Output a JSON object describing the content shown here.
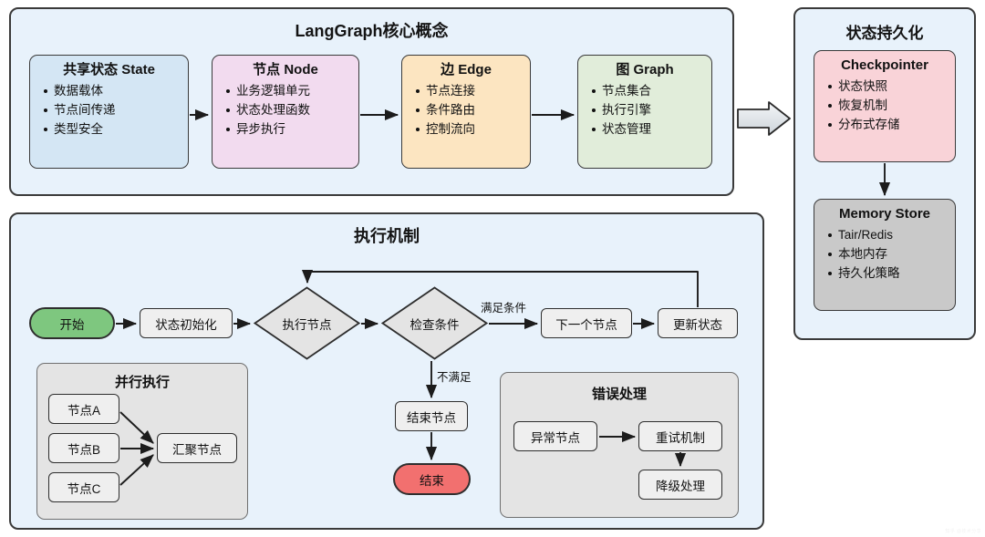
{
  "diagram": {
    "type": "flowchart",
    "colors": {
      "panel_bg": "#e8f2fb",
      "panel_border": "#3a3a3a",
      "state_card": "#d4e6f4",
      "node_card": "#f2dbef",
      "edge_card": "#fce5c1",
      "graph_card": "#e1edda",
      "checkpointer_card": "#f9d3d8",
      "memory_card": "#c9c9c9",
      "group_bg": "#e4e4e4",
      "flow_node_bg": "#efefef",
      "start_green": "#7ec77f",
      "end_red": "#f2706f",
      "line": "#1c1c1c"
    }
  },
  "concepts_panel": {
    "title": "LangGraph核心概念",
    "cards": [
      {
        "title": "共享状态 State",
        "bullets": [
          "数据载体",
          "节点间传递",
          "类型安全"
        ],
        "color": "#d4e6f4"
      },
      {
        "title": "节点 Node",
        "bullets": [
          "业务逻辑单元",
          "状态处理函数",
          "异步执行"
        ],
        "color": "#f2dbef"
      },
      {
        "title": "边 Edge",
        "bullets": [
          "节点连接",
          "条件路由",
          "控制流向"
        ],
        "color": "#fce5c1"
      },
      {
        "title": "图 Graph",
        "bullets": [
          "节点集合",
          "执行引擎",
          "状态管理"
        ],
        "color": "#e1edda"
      }
    ]
  },
  "persistence_panel": {
    "title": "状态持久化",
    "cards": [
      {
        "title": "Checkpointer",
        "bullets": [
          "状态快照",
          "恢复机制",
          "分布式存储"
        ],
        "color": "#f9d3d8"
      },
      {
        "title": "Memory Store",
        "bullets": [
          "Tair/Redis",
          "本地内存",
          "持久化策略"
        ],
        "color": "#c9c9c9"
      }
    ]
  },
  "execution_panel": {
    "title": "执行机制",
    "main_flow": {
      "start": "开始",
      "init": "状态初始化",
      "exec_node": "执行节点",
      "check_cond": "检查条件",
      "next_node": "下一个节点",
      "update_state": "更新状态",
      "end_node": "结束节点",
      "end": "结束"
    },
    "edge_labels": {
      "satisfied": "满足条件",
      "not_satisfied": "不满足"
    },
    "parallel_group": {
      "title": "并行执行",
      "nodes": [
        "节点A",
        "节点B",
        "节点C"
      ],
      "merge": "汇聚节点"
    },
    "error_group": {
      "title": "错误处理",
      "nodes": [
        "异常节点",
        "重试机制",
        "降级处理"
      ]
    }
  },
  "watermark": {
    "text": "知乎 @技术分享"
  }
}
